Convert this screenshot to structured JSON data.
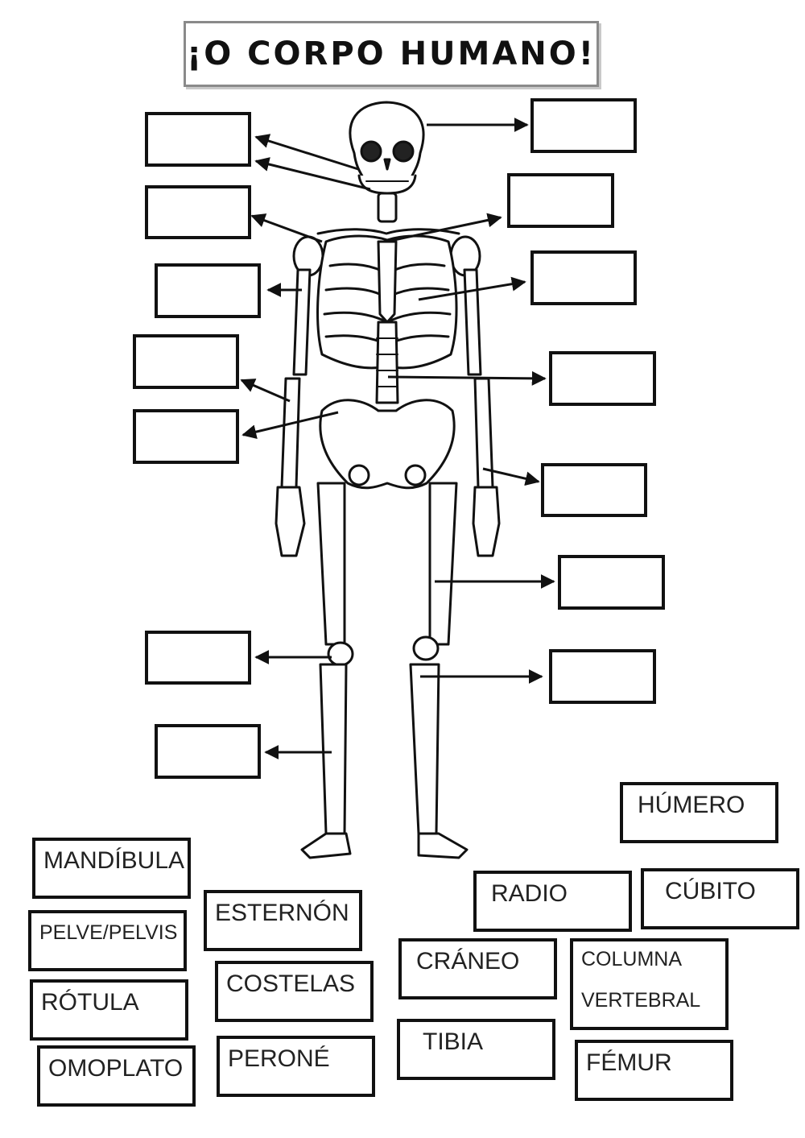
{
  "title": "¡O CORPO HUMANO!",
  "word_bank": [
    "HÚMERO",
    "MANDÍBULA",
    "RADIO",
    "CÚBITO",
    "ESTERNÓN",
    "PELVE/PELVIS",
    "CRÁNEO",
    "COLUMNA",
    "VERTEBRAL",
    "COSTELAS",
    "RÓTULA",
    "TIBIA",
    "PERONÉ",
    "FÉMUR",
    "OMOPLATO"
  ]
}
